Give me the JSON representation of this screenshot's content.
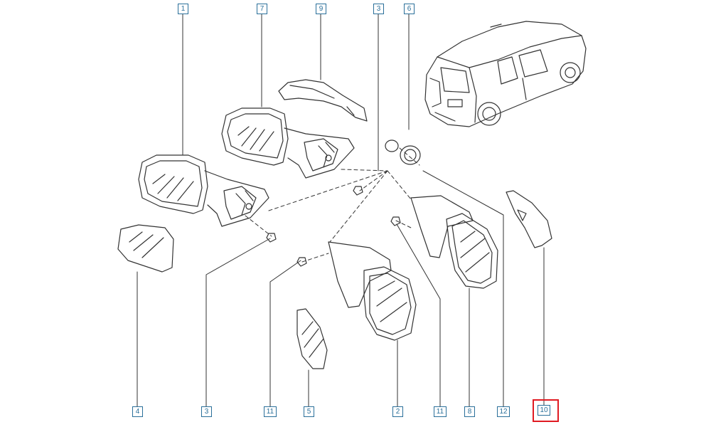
{
  "callouts": {
    "c1": "1",
    "c7": "7",
    "c9": "9",
    "c3_top": "3",
    "c6": "6",
    "c4": "4",
    "c3_bottom": "3",
    "c11_left": "11",
    "c5": "5",
    "c2": "2",
    "c11_right": "11",
    "c8": "8",
    "c12": "12",
    "c10": "10"
  },
  "highlighted_callout": "10",
  "colors": {
    "line": "#333333",
    "callout_border": "#2a6f9a",
    "highlight": "#e01a22"
  }
}
